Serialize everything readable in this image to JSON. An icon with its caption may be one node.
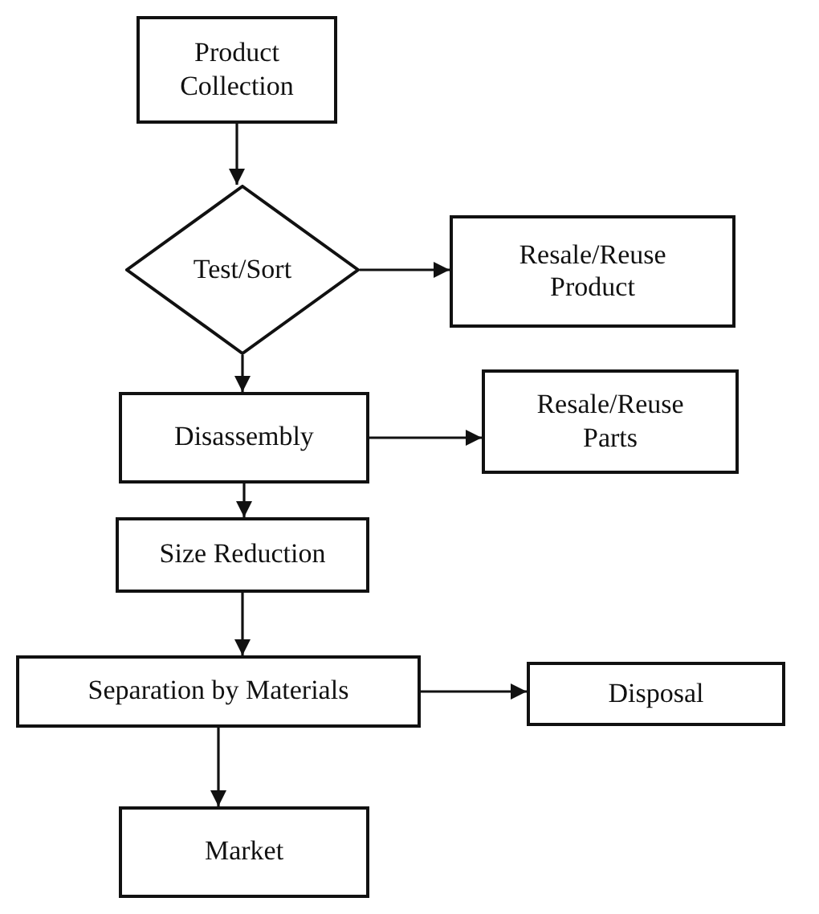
{
  "diagram": {
    "nodes": [
      {
        "text": [
          "Product Collection"
        ]
      },
      {
        "text": [
          "Test/Sort"
        ]
      },
      {
        "text": [
          "Resale/Reuse Product"
        ]
      },
      {
        "text": [
          "Disassembly"
        ]
      },
      {
        "text": [
          "Resale/Reuse Parts"
        ]
      },
      {
        "text": [
          "Size Reduction"
        ]
      },
      {
        "text": [
          "Separation by Materials"
        ]
      },
      {
        "text": [
          "Disposal"
        ]
      },
      {
        "text": [
          "Market"
        ]
      }
    ],
    "edges": [
      {
        "from": 0,
        "to": 1,
        "arrow": "to"
      },
      {
        "from": 1,
        "to": 2,
        "arrow": "to"
      },
      {
        "from": 1,
        "to": 3,
        "arrow": "to"
      },
      {
        "from": 3,
        "to": 4,
        "arrow": "to"
      },
      {
        "from": 3,
        "to": 5,
        "arrow": "to"
      },
      {
        "from": 5,
        "to": 6,
        "arrow": "to"
      },
      {
        "from": 6,
        "to": 7,
        "arrow": "to"
      },
      {
        "from": 6,
        "to": 8,
        "arrow": "to"
      }
    ]
  }
}
